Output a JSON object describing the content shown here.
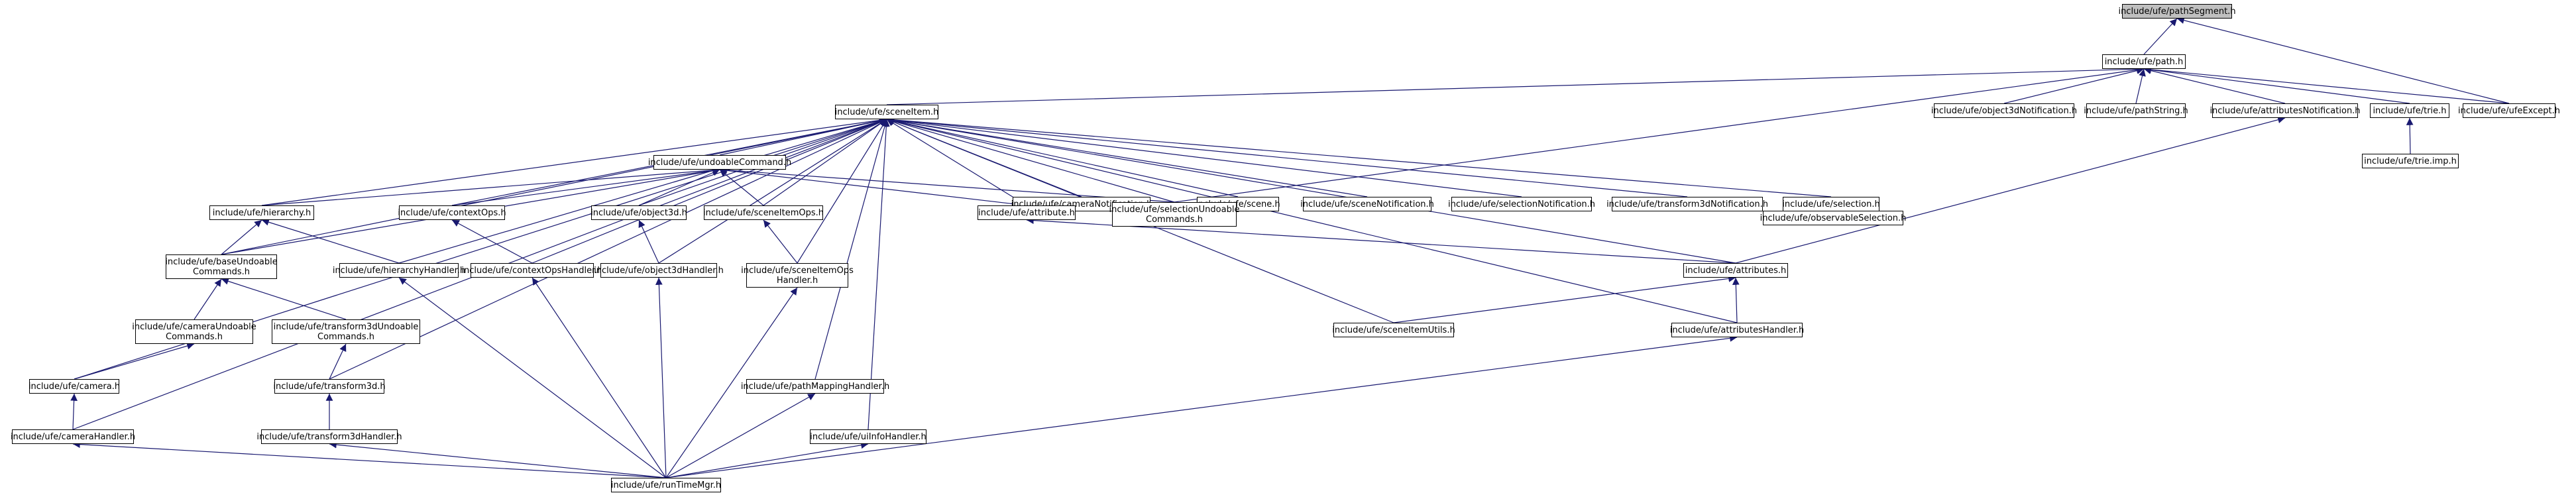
{
  "colors": {
    "edge": "#191970",
    "node_border": "#000000",
    "node_fill": "#ffffff",
    "root_fill": "#bfbfbf"
  },
  "nodes": [
    {
      "id": "pathSegment",
      "label": "include/ufe/pathSegment.h"
    },
    {
      "id": "path",
      "label": "include/ufe/path.h"
    },
    {
      "id": "sceneItem",
      "label": "include/ufe/sceneItem.h"
    },
    {
      "id": "object3dNotification",
      "label": "include/ufe/object3dNotification.h"
    },
    {
      "id": "pathString",
      "label": "include/ufe/pathString.h"
    },
    {
      "id": "attributesNotification",
      "label": "include/ufe/attributesNotification.h"
    },
    {
      "id": "trie",
      "label": "include/ufe/trie.h"
    },
    {
      "id": "ufeExcept",
      "label": "include/ufe/ufeExcept.h"
    },
    {
      "id": "undoableCommand",
      "label": "include/ufe/undoableCommand.h"
    },
    {
      "id": "cameraNotification",
      "label": "include/ufe/cameraNotification.h"
    },
    {
      "id": "scene",
      "label": "include/ufe/scene.h"
    },
    {
      "id": "sceneNotification",
      "label": "include/ufe/sceneNotification.h"
    },
    {
      "id": "selectionNotification",
      "label": "include/ufe/selectionNotification.h"
    },
    {
      "id": "transform3dNotification",
      "label": "include/ufe/transform3dNotification.h"
    },
    {
      "id": "selection",
      "label": "include/ufe/selection.h"
    },
    {
      "id": "trieImp",
      "label": "include/ufe/trie.imp.h"
    },
    {
      "id": "hierarchy",
      "label": "include/ufe/hierarchy.h"
    },
    {
      "id": "contextOps",
      "label": "include/ufe/contextOps.h"
    },
    {
      "id": "object3d",
      "label": "include/ufe/object3d.h"
    },
    {
      "id": "sceneItemOps",
      "label": "include/ufe/sceneItemOps.h"
    },
    {
      "id": "attribute",
      "label": "include/ufe/attribute.h"
    },
    {
      "id": "selectionUndoable",
      "label": "include/ufe/selectionUndoable\nCommands.h"
    },
    {
      "id": "observableSelection",
      "label": "include/ufe/observableSelection.h"
    },
    {
      "id": "baseUndoable",
      "label": "include/ufe/baseUndoable\nCommands.h"
    },
    {
      "id": "hierarchyHandler",
      "label": "include/ufe/hierarchyHandler.h"
    },
    {
      "id": "contextOpsHandler",
      "label": "include/ufe/contextOpsHandler.h"
    },
    {
      "id": "object3dHandler",
      "label": "include/ufe/object3dHandler.h"
    },
    {
      "id": "sceneItemOpsHandler",
      "label": "include/ufe/sceneItemOps\nHandler.h"
    },
    {
      "id": "attributes",
      "label": "include/ufe/attributes.h"
    },
    {
      "id": "cameraUndoable",
      "label": "include/ufe/cameraUndoable\nCommands.h"
    },
    {
      "id": "transform3dUndoable",
      "label": "include/ufe/transform3dUndoable\nCommands.h"
    },
    {
      "id": "sceneItemUtils",
      "label": "include/ufe/sceneItemUtils.h"
    },
    {
      "id": "attributesHandler",
      "label": "include/ufe/attributesHandler.h"
    },
    {
      "id": "camera",
      "label": "include/ufe/camera.h"
    },
    {
      "id": "transform3d",
      "label": "include/ufe/transform3d.h"
    },
    {
      "id": "pathMappingHandler",
      "label": "include/ufe/pathMappingHandler.h"
    },
    {
      "id": "cameraHandler",
      "label": "include/ufe/cameraHandler.h"
    },
    {
      "id": "transform3dHandler",
      "label": "include/ufe/transform3dHandler.h"
    },
    {
      "id": "uiInfoHandler",
      "label": "include/ufe/uiInfoHandler.h"
    },
    {
      "id": "runTimeMgr",
      "label": "include/ufe/runTimeMgr.h"
    }
  ],
  "edges": [
    [
      "path",
      "pathSegment"
    ],
    [
      "ufeExcept",
      "pathSegment"
    ],
    [
      "sceneItem",
      "path"
    ],
    [
      "object3dNotification",
      "path"
    ],
    [
      "pathString",
      "path"
    ],
    [
      "attributesNotification",
      "path"
    ],
    [
      "trie",
      "path"
    ],
    [
      "ufeExcept",
      "path"
    ],
    [
      "selectionUndoable",
      "path"
    ],
    [
      "trieImp",
      "trie"
    ],
    [
      "attributes",
      "attributesNotification"
    ],
    [
      "undoableCommand",
      "sceneItem"
    ],
    [
      "cameraNotification",
      "sceneItem"
    ],
    [
      "scene",
      "sceneItem"
    ],
    [
      "sceneNotification",
      "sceneItem"
    ],
    [
      "selectionNotification",
      "sceneItem"
    ],
    [
      "transform3dNotification",
      "sceneItem"
    ],
    [
      "selection",
      "sceneItem"
    ],
    [
      "hierarchy",
      "sceneItem"
    ],
    [
      "contextOps",
      "sceneItem"
    ],
    [
      "object3d",
      "sceneItem"
    ],
    [
      "sceneItemOps",
      "sceneItem"
    ],
    [
      "attribute",
      "sceneItem"
    ],
    [
      "selectionUndoable",
      "sceneItem"
    ],
    [
      "baseUndoable",
      "sceneItem"
    ],
    [
      "hierarchyHandler",
      "sceneItem"
    ],
    [
      "contextOpsHandler",
      "sceneItem"
    ],
    [
      "object3dHandler",
      "sceneItem"
    ],
    [
      "sceneItemOpsHandler",
      "sceneItem"
    ],
    [
      "attributes",
      "sceneItem"
    ],
    [
      "sceneItemUtils",
      "sceneItem"
    ],
    [
      "attributesHandler",
      "sceneItem"
    ],
    [
      "camera",
      "sceneItem"
    ],
    [
      "transform3d",
      "sceneItem"
    ],
    [
      "pathMappingHandler",
      "sceneItem"
    ],
    [
      "cameraHandler",
      "sceneItem"
    ],
    [
      "uiInfoHandler",
      "sceneItem"
    ],
    [
      "hierarchy",
      "undoableCommand"
    ],
    [
      "contextOps",
      "undoableCommand"
    ],
    [
      "object3d",
      "undoableCommand"
    ],
    [
      "sceneItemOps",
      "undoableCommand"
    ],
    [
      "attribute",
      "undoableCommand"
    ],
    [
      "selectionUndoable",
      "undoableCommand"
    ],
    [
      "baseUndoable",
      "undoableCommand"
    ],
    [
      "observableSelection",
      "selection"
    ],
    [
      "baseUndoable",
      "hierarchy"
    ],
    [
      "hierarchyHandler",
      "hierarchy"
    ],
    [
      "contextOpsHandler",
      "contextOps"
    ],
    [
      "object3dHandler",
      "object3d"
    ],
    [
      "sceneItemOpsHandler",
      "sceneItemOps"
    ],
    [
      "attributes",
      "attribute"
    ],
    [
      "cameraUndoable",
      "baseUndoable"
    ],
    [
      "transform3dUndoable",
      "baseUndoable"
    ],
    [
      "sceneItemUtils",
      "attributes"
    ],
    [
      "attributesHandler",
      "attributes"
    ],
    [
      "camera",
      "cameraUndoable"
    ],
    [
      "transform3d",
      "transform3dUndoable"
    ],
    [
      "cameraHandler",
      "camera"
    ],
    [
      "transform3dHandler",
      "transform3d"
    ],
    [
      "runTimeMgr",
      "hierarchyHandler"
    ],
    [
      "runTimeMgr",
      "contextOpsHandler"
    ],
    [
      "runTimeMgr",
      "object3dHandler"
    ],
    [
      "runTimeMgr",
      "sceneItemOpsHandler"
    ],
    [
      "runTimeMgr",
      "attributesHandler"
    ],
    [
      "runTimeMgr",
      "pathMappingHandler"
    ],
    [
      "runTimeMgr",
      "cameraHandler"
    ],
    [
      "runTimeMgr",
      "transform3dHandler"
    ],
    [
      "runTimeMgr",
      "uiInfoHandler"
    ]
  ]
}
